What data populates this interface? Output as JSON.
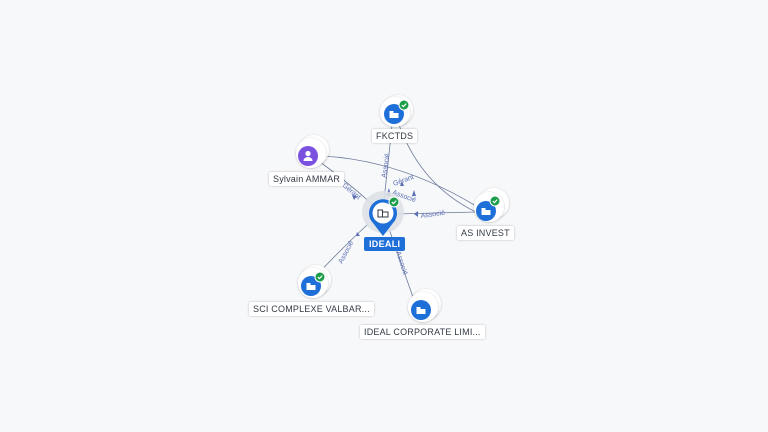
{
  "center": {
    "label": "IDEALI",
    "icon": "building-icon",
    "verified": true
  },
  "nodes": [
    {
      "id": "fkctds",
      "label": "FKCTDS",
      "type": "company",
      "icon": "building-icon",
      "verified": true,
      "edge_label": "Associé"
    },
    {
      "id": "sylvain",
      "label": "Sylvain AMMAR",
      "type": "person",
      "icon": "person-icon",
      "verified": false,
      "edge_label": "Gérant"
    },
    {
      "id": "asinvest",
      "label": "AS INVEST",
      "type": "company",
      "icon": "building-icon",
      "verified": true,
      "edge_label": "Associé"
    },
    {
      "id": "sci",
      "label": "SCI COMPLEXE VALBAR...",
      "type": "company",
      "icon": "building-icon",
      "verified": true,
      "edge_label": "Associé"
    },
    {
      "id": "ideal",
      "label": "IDEAL CORPORATE LIMI...",
      "type": "company",
      "icon": "building-icon",
      "verified": false,
      "edge_label": "Associé"
    }
  ],
  "extra_edge_labels": [
    "Gérant",
    "Associé"
  ],
  "colors": {
    "company": "#1f6fd9",
    "person": "#7b52e0",
    "verified": "#1b9d4a",
    "edge": "#6d7a9a",
    "edge_text": "#5a6fb5",
    "background": "#f7f8fa"
  }
}
